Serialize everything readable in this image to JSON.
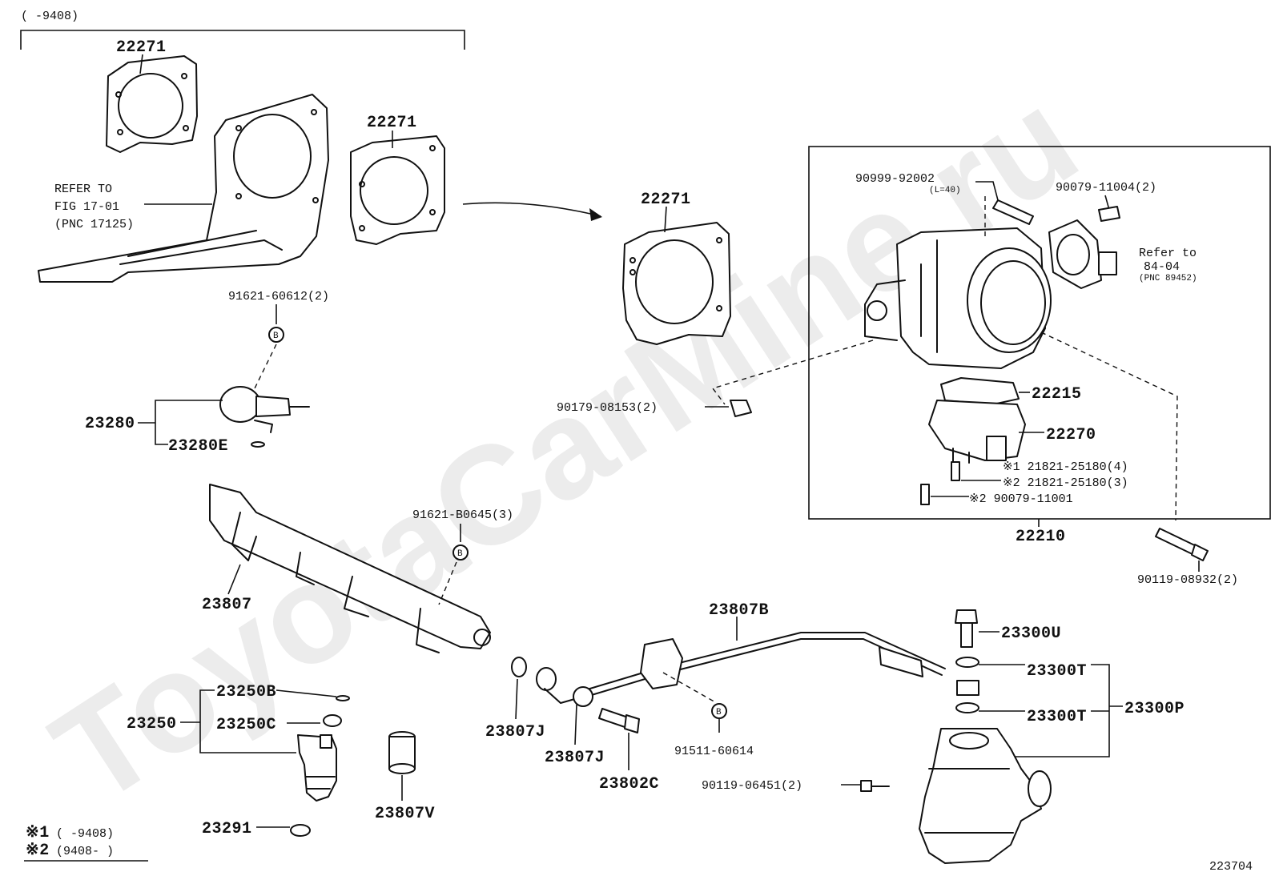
{
  "header": {
    "range": "(        -9408)"
  },
  "watermark": "ToyotaCarMine.ru",
  "refer_left": {
    "line1": "REFER TO",
    "line2": "FIG 17-01",
    "line3": "(PNC 17125)"
  },
  "refer_right": {
    "line1": "Refer to",
    "line2": "84-04",
    "line3": "(PNC 89452)"
  },
  "parts": {
    "p22271_a": "22271",
    "p22271_b": "22271",
    "p22271_c": "22271",
    "p91621_60612": "91621-60612(2)",
    "b_mark_1": "B",
    "p23280": "23280",
    "p23280E": "23280E",
    "p90999": "90999-92002",
    "p90999_len": "(L=40)",
    "p90079_11004": "90079-11004(2)",
    "p90179": "90179-08153(2)",
    "p22215": "22215",
    "p22270": "22270",
    "p21821_a": "※1 21821-25180(4)",
    "p21821_b": "※2 21821-25180(3)",
    "p90079_11001": "※2 90079-11001",
    "p22210": "22210",
    "p90119_08932": "90119-08932(2)",
    "p91621_b0645": "91621-B0645(3)",
    "b_mark_2": "B",
    "p23807": "23807",
    "p23807B": "23807B",
    "p23300U": "23300U",
    "p23300T_a": "23300T",
    "p23300T_b": "23300T",
    "p23300P": "23300P",
    "p23250B": "23250B",
    "p23250": "23250",
    "p23250C": "23250C",
    "p23807J_a": "23807J",
    "p23807J_b": "23807J",
    "p23802C": "23802C",
    "p91511": "91511-60614",
    "b_mark_3": "B",
    "p90119_06451": "90119-06451(2)",
    "p23807V": "23807V",
    "p23291": "23291"
  },
  "footnotes": {
    "note1_mark": "※1",
    "note1_range": "(      -9408)",
    "note2_mark": "※2",
    "note2_range": "(9408-      )"
  },
  "figure_code": "223704"
}
